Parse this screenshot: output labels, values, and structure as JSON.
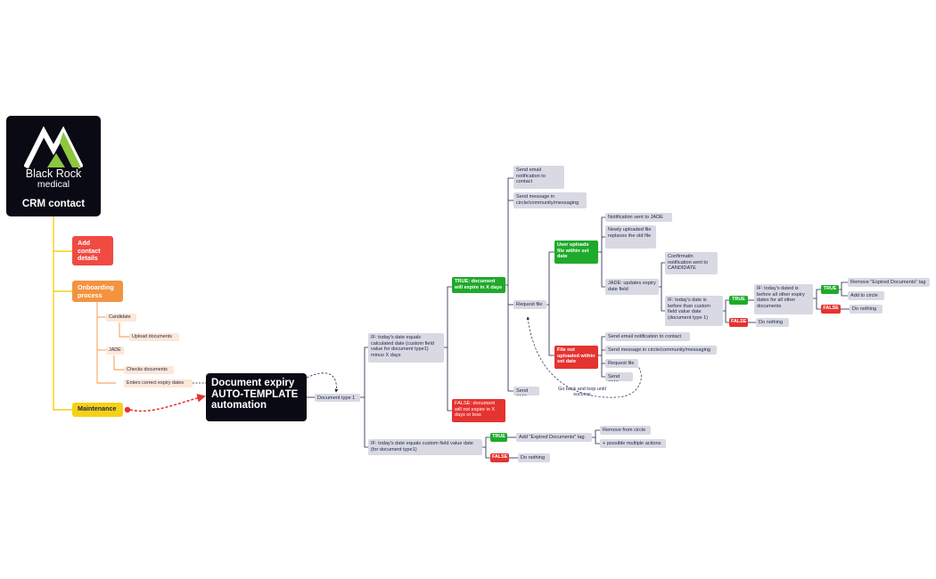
{
  "logo": {
    "line1": "Black Rock",
    "line2": "medical",
    "caption": "CRM contact"
  },
  "left_branch": {
    "add_contact": "Add contact details",
    "onboarding": "Onboarding process",
    "candidate": "Candidate",
    "upload_documents": "Upload documents",
    "jade": "JADE",
    "checks_documents": "Checks documents",
    "enters_expiry": "Enters correct expiry dates",
    "maintenance": "Maintenance"
  },
  "automation": {
    "title": "Document expiry AUTO-TEMPLATE automation"
  },
  "doc_type": "Document type 1",
  "condition_upper": "IF: today's date equals calculated date (custom field value for document type1) minus X days",
  "condition_lower": "IF: today's date equals custom field value date (for document type1)",
  "true_expire": "TRUE: document will expire in X days",
  "false_expire": "FALSE: document will not expire in X days or less",
  "send_email_contact": "Send email notification to contact",
  "send_message_circle": "Send message in circle/community/messaging",
  "request_file": "Request file",
  "send_sms": "Send SMS",
  "user_uploads": "User uploads file within set date",
  "notif_jade": "Notification sent to JADE",
  "newly_uploaded": "Newly uploaded file replaces the old file",
  "jade_updates": "JADE: updates expiry date field",
  "confirm_candidate": "Confirmatin notification sent to CANDIDATE",
  "if_before_custom": "IF: today's date is before than custom field value date (document type 1)",
  "true_label": "TRUE",
  "false_label": "FALSE",
  "if_before_all": "IF: today's dated is before all other expiry dates for all other documents",
  "remove_expired_tag": "Remove \"Expired Documents\" tag",
  "add_to_circle": "Add to circle",
  "do_nothing": "Do nothing",
  "file_not_uploaded": "File not uploaded within set date",
  "send_email_contact2": "Send email notification to contact",
  "send_message_circle2": "Send message in circle/community/messaging",
  "request_file2": "Request file",
  "send_sms2": "Send SMS",
  "go_back": "Go back and loop until success",
  "add_expired_tag": "Add \"Expired Documents\" tag",
  "remove_from_circle": "Remove from circle",
  "possible_multiple": "+ possible multiple actions",
  "colors": {
    "green": "#1faa2b",
    "red": "#e5332f",
    "orange": "#f4933f",
    "yellow": "#f5d117",
    "node_gray": "#d8d9e2",
    "dark": "#0a0a14"
  }
}
